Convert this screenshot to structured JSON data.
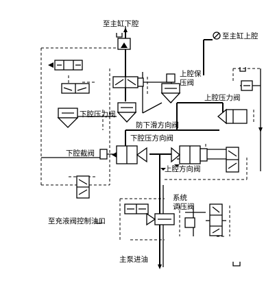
{
  "diagram": {
    "labels": {
      "main_pump_down": "至主缸下腔",
      "main_pump_up": "至主缸上腔",
      "upper_prefill": "上腔保压阀",
      "upper_dir_valve": "上腔压力阀",
      "down_dir_valve": "下腔压方向阀",
      "slide_dir_valve": "防下滑方向阀",
      "down_pressure_valve": "下腔压力阀",
      "lower_stop_valve": "下腔截阀",
      "up_dir_valve": "上腔方向阀",
      "system_pressure": "系统调压阀",
      "prefill_pilot_port": "至充液阀控制油口",
      "from_pump": "主泵进油"
    }
  }
}
